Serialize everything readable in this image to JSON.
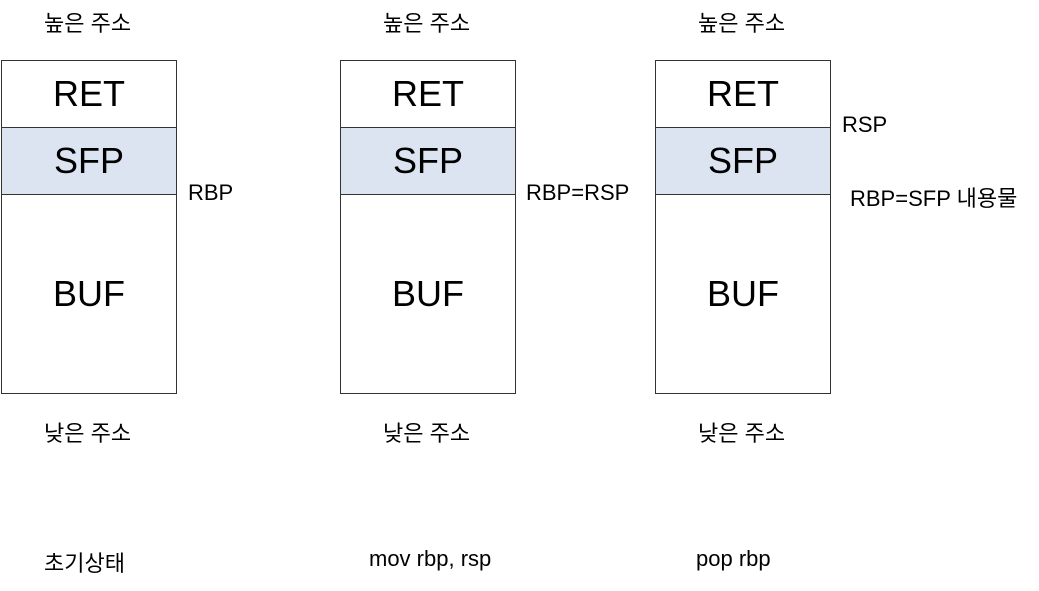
{
  "colors": {
    "sfp_fill": "#dce4f2",
    "border": "#333333"
  },
  "stacks": [
    {
      "high_label": "높은 주소",
      "cells": {
        "ret": "RET",
        "sfp": "SFP",
        "buf": "BUF"
      },
      "low_label": "낮은 주소",
      "rbp_label": "RBP",
      "caption": "초기상태"
    },
    {
      "high_label": "높은 주소",
      "cells": {
        "ret": "RET",
        "sfp": "SFP",
        "buf": "BUF"
      },
      "low_label": "낮은 주소",
      "rbp_label": "RBP=RSP",
      "caption": "mov rbp, rsp"
    },
    {
      "high_label": "높은 주소",
      "cells": {
        "ret": "RET",
        "sfp": "SFP",
        "buf": "BUF"
      },
      "low_label": "낮은 주소",
      "rsp_label": "RSP",
      "rbp_label": "RBP=SFP 내용물",
      "caption": "pop rbp"
    }
  ]
}
